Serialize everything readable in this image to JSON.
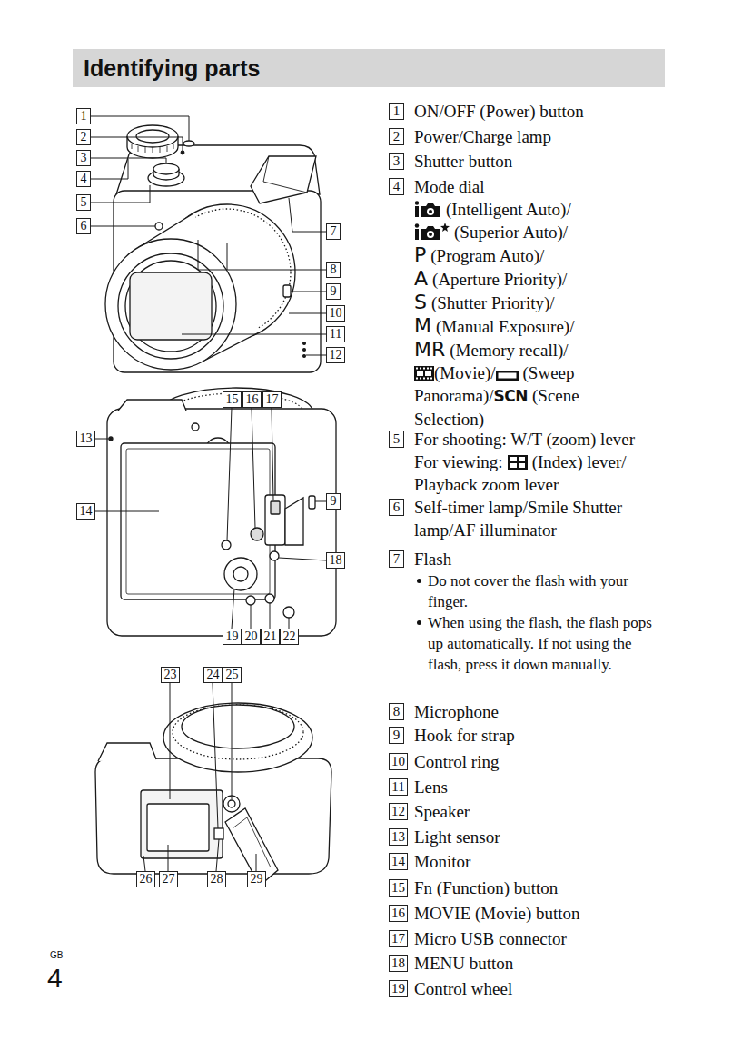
{
  "diagram": {
    "title": "Identifying parts",
    "labels": [
      "1",
      "2",
      "3",
      "4",
      "5",
      "6",
      "7",
      "8",
      "9",
      "10",
      "11",
      "12",
      "13",
      "14",
      "15",
      "16",
      "17",
      "9",
      "18",
      "19",
      "20",
      "21",
      "22",
      "23",
      "24",
      "25",
      "26",
      "27",
      "28",
      "29",
      "1",
      "ON/OFF (Power) button",
      "2",
      "Power/Charge lamp",
      "3",
      "Shutter button",
      "4",
      "Mode dial",
      "(Intelligent Auto)/",
      "(Superior Auto)/",
      "P",
      "(Program Auto)/",
      "A",
      "(Aperture Priority)/",
      "S",
      "(Shutter Priority)/",
      "M",
      "(Manual Exposure)/",
      "MR",
      "(Memory recall)/",
      "(Movie)/",
      "(Sweep Panorama)/",
      "SCN",
      "(Scene Selection)",
      "5",
      "For shooting: W/T (zoom) lever",
      "For viewing:",
      "(Index) lever/ Playback zoom lever",
      "6",
      "Self-timer lamp/Smile Shutter lamp/AF illuminator",
      "7",
      "Flash",
      "Do not cover the flash with your finger.",
      "When using the flash, the flash pops up automatically. If not using the flash, press it down manually.",
      "8",
      "Microphone",
      "9",
      "Hook for strap",
      "10",
      "Control ring",
      "11",
      "Lens",
      "12",
      "Speaker",
      "13",
      "Light sensor",
      "14",
      "Monitor",
      "15",
      "Fn (Function) button",
      "16",
      "MOVIE (Movie) button",
      "17",
      "Micro USB connector",
      "18",
      "MENU button",
      "19",
      "Control wheel",
      "GB",
      "4"
    ]
  }
}
